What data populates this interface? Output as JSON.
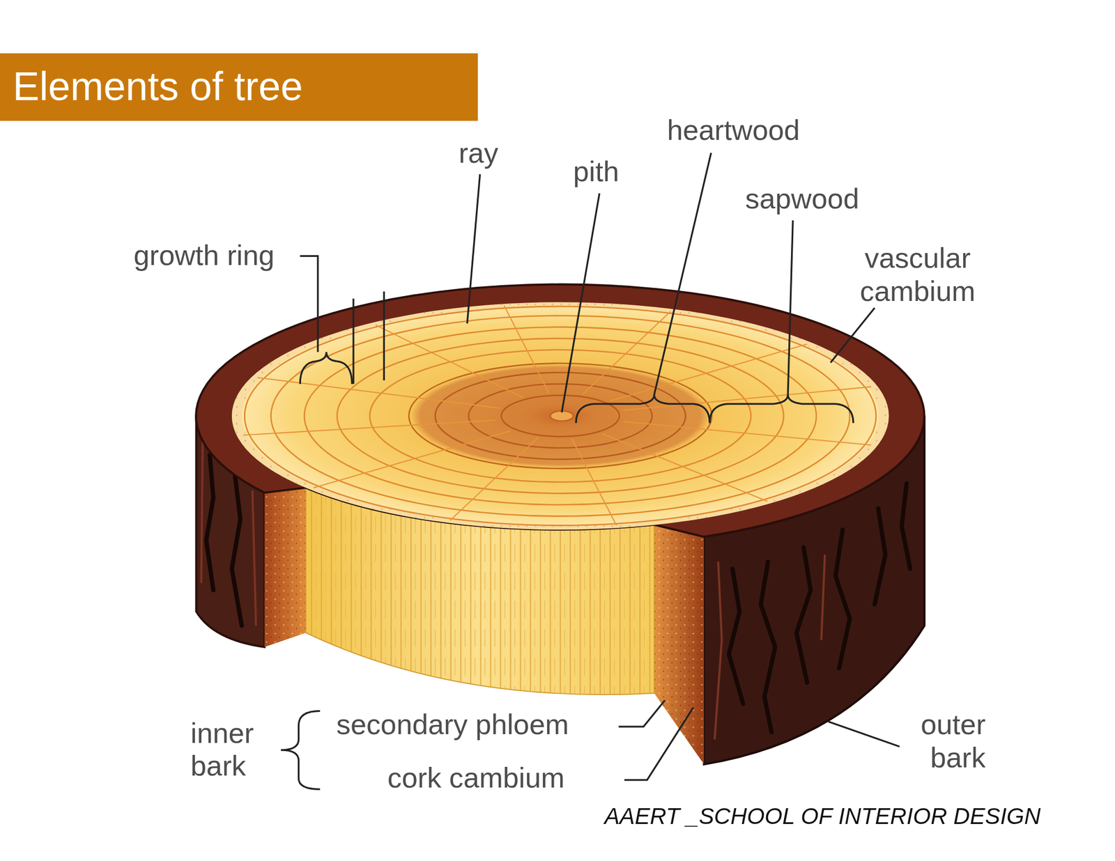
{
  "diagram": {
    "title": "Elements of tree",
    "labels": [
      "ray",
      "pith",
      "heartwood",
      "sapwood",
      "growth ring",
      "vascular cambium",
      "inner bark",
      "secondary phloem",
      "cork cambium",
      "outer bark",
      "AAERT _SCHOOL OF INTERIOR DESIGN"
    ]
  }
}
